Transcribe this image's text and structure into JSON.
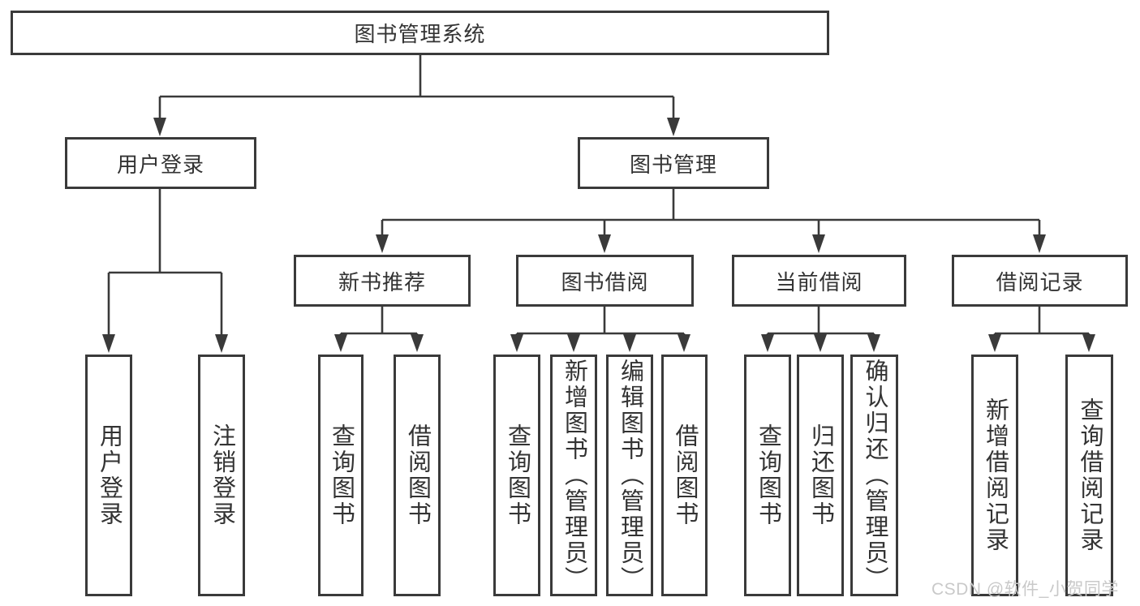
{
  "colors": {
    "line": "#3a3a3a",
    "box_border": "#3a3a3a",
    "text": "#333333",
    "watermark_text": "#c9c9c9",
    "background": "#ffffff"
  },
  "watermark": "CSDN @软件_小贺同学",
  "tree": {
    "root": "图书管理系统",
    "children": [
      {
        "label": "用户登录",
        "children": [
          "用户登录",
          "注销登录"
        ]
      },
      {
        "label": "图书管理",
        "children": [
          {
            "label": "新书推荐",
            "children": [
              "查询图书",
              "借阅图书"
            ]
          },
          {
            "label": "图书借阅",
            "children": [
              "查询图书",
              "新增图书（管理员）",
              "编辑图书（管理员）",
              "借阅图书"
            ]
          },
          {
            "label": "当前借阅",
            "children": [
              "查询图书",
              "归还图书",
              "确认归还（管理员）"
            ]
          },
          {
            "label": "借阅记录",
            "children": [
              "新增借阅记录",
              "查询借阅记录"
            ]
          }
        ]
      }
    ]
  }
}
